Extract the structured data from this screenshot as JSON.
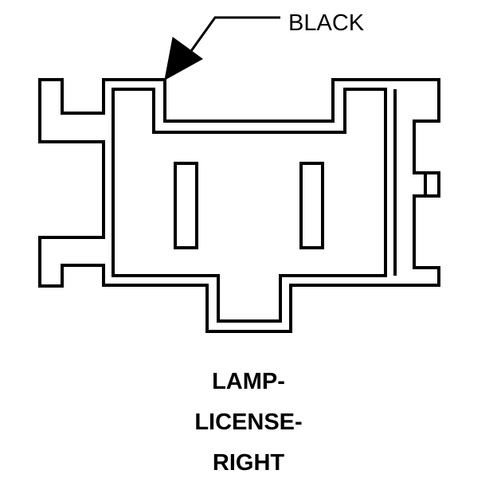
{
  "callout": {
    "wire_color": "BLACK"
  },
  "caption": {
    "line1": "LAMP-",
    "line2": "LICENSE-",
    "line3": "RIGHT"
  },
  "colors": {
    "stroke": "#000000",
    "background": "#ffffff"
  }
}
